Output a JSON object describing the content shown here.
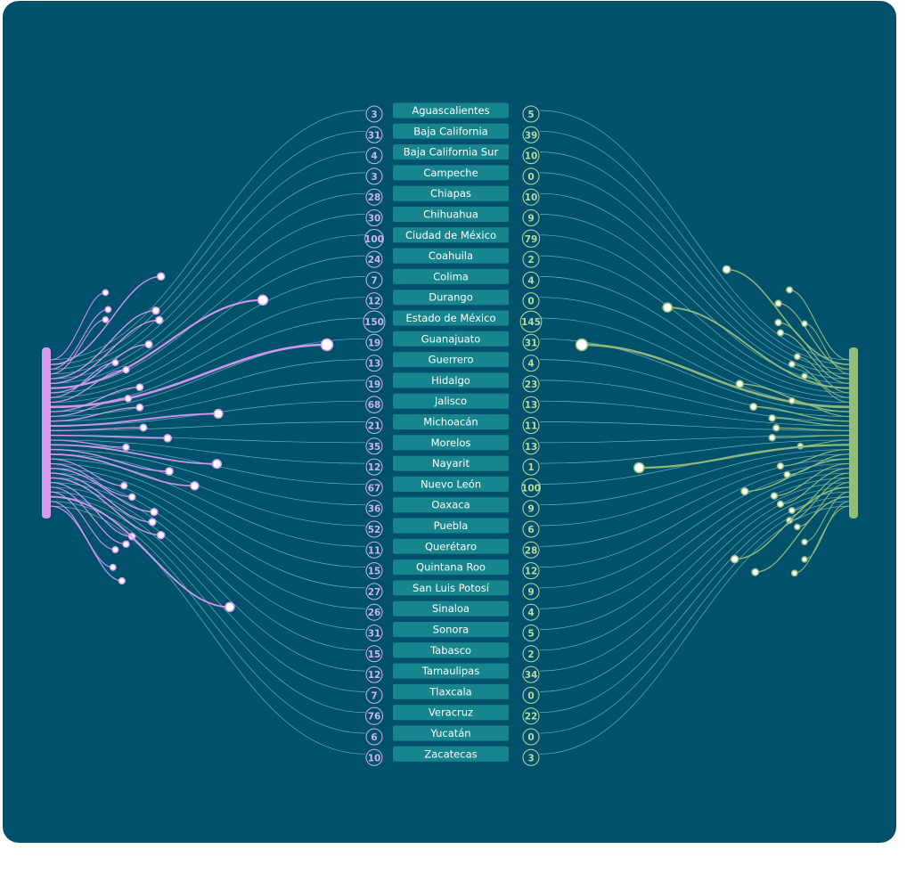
{
  "colors": {
    "background": "#02516c",
    "left_accent": "#d69af0",
    "right_accent": "#93bd79",
    "label_fill": "#17858e",
    "left_circle_text": "#cdb3f2",
    "right_circle_text": "#b9dca0",
    "thin_line": "#7fc8cf"
  },
  "chart_data": {
    "type": "radial-link",
    "states": [
      "Aguascalientes",
      "Baja California",
      "Baja California Sur",
      "Campeche",
      "Chiapas",
      "Chihuahua",
      "Ciudad de México",
      "Coahuila",
      "Colima",
      "Durango",
      "Estado de México",
      "Guanajuato",
      "Guerrero",
      "Hidalgo",
      "Jalisco",
      "Michoacán",
      "Morelos",
      "Nayarit",
      "Nuevo León",
      "Oaxaca",
      "Puebla",
      "Querétaro",
      "Quintana Roo",
      "San Luis Potosí",
      "Sinaloa",
      "Sonora",
      "Tabasco",
      "Tamaulipas",
      "Tlaxcala",
      "Veracruz",
      "Yucatán",
      "Zacatecas"
    ],
    "left_values": [
      3,
      31,
      4,
      3,
      28,
      30,
      100,
      24,
      7,
      12,
      150,
      19,
      13,
      19,
      68,
      21,
      35,
      12,
      67,
      36,
      52,
      11,
      15,
      27,
      26,
      31,
      15,
      12,
      7,
      76,
      6,
      10
    ],
    "right_values": [
      5,
      39,
      10,
      0,
      10,
      9,
      79,
      2,
      4,
      0,
      145,
      31,
      4,
      23,
      13,
      11,
      13,
      1,
      100,
      9,
      6,
      28,
      12,
      9,
      4,
      5,
      2,
      34,
      0,
      22,
      0,
      3
    ]
  }
}
